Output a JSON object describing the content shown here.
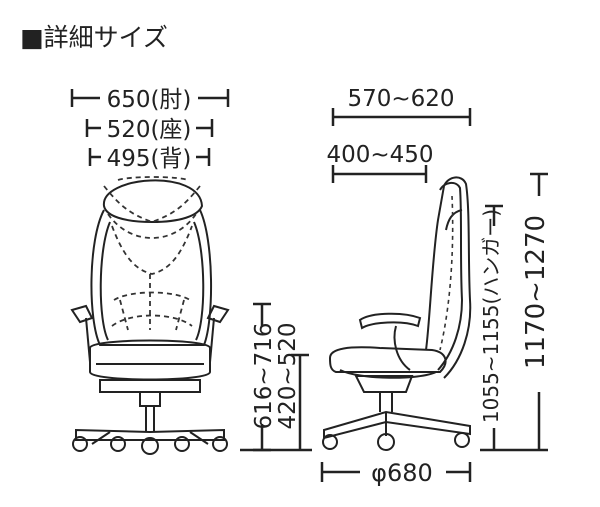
{
  "title": "■詳細サイズ",
  "front_view": {
    "width_armrest": "650(肘)",
    "width_seat": "520(座)",
    "width_back": "495(背)",
    "armrest_height": "616~716",
    "seat_height": "420~520"
  },
  "side_view": {
    "depth_overall": "570~620",
    "depth_seat": "400~450",
    "hanger_height": "1055~1155(ハンガー)",
    "total_height": "1170~1270",
    "base_diameter": "φ680"
  },
  "colors": {
    "line": "#222222",
    "dashed_mesh": "#333333",
    "background": "#ffffff"
  }
}
